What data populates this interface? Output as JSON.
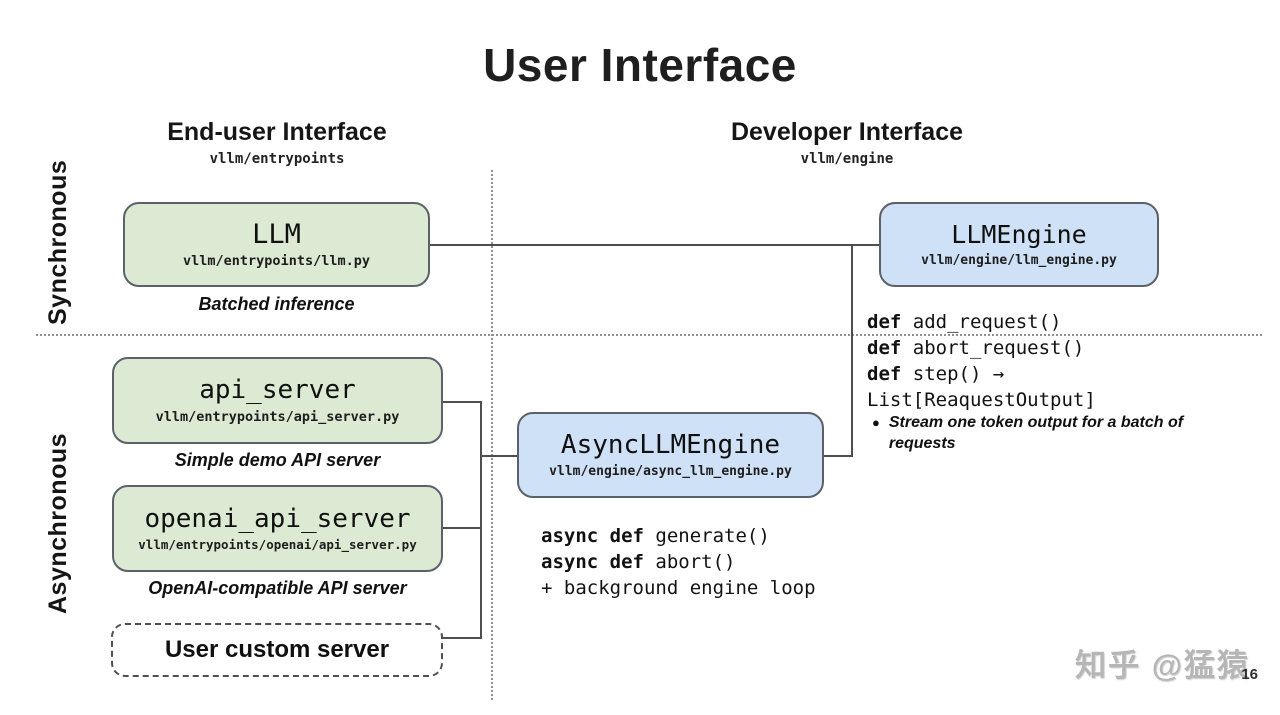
{
  "slide": {
    "title": "User Interface",
    "page_number": "16",
    "watermark": "知乎 @猛猿"
  },
  "columns": {
    "end_user": {
      "title": "End-user Interface",
      "subtitle": "vllm/entrypoints"
    },
    "developer": {
      "title": "Developer Interface",
      "subtitle": "vllm/engine"
    }
  },
  "row_labels": {
    "sync": "Synchronous",
    "async": "Asynchronous"
  },
  "boxes": {
    "llm": {
      "title": "LLM",
      "path": "vllm/entrypoints/llm.py",
      "caption": "Batched inference"
    },
    "api_server": {
      "title": "api_server",
      "path": "vllm/entrypoints/api_server.py",
      "caption": "Simple demo API server"
    },
    "openai_api_server": {
      "title": "openai_api_server",
      "path": "vllm/entrypoints/openai/api_server.py",
      "caption": "OpenAI-compatible API server"
    },
    "user_custom_server": {
      "title": "User custom server"
    },
    "llm_engine": {
      "title": "LLMEngine",
      "path": "vllm/engine/llm_engine.py"
    },
    "async_llm_engine": {
      "title": "AsyncLLMEngine",
      "path": "vllm/engine/async_llm_engine.py"
    }
  },
  "code": {
    "llm_engine_methods": [
      {
        "kw": "def",
        "rest": " add_request()"
      },
      {
        "kw": "def",
        "rest": " abort_request()"
      },
      {
        "kw": "def",
        "rest": " step() →"
      },
      {
        "kw": "",
        "rest": "List[ReaquestOutput]"
      }
    ],
    "llm_engine_note_bullet": "●",
    "llm_engine_note": "Stream one token output for a batch of requests",
    "async_engine_methods": [
      {
        "kw": "async def",
        "rest": " generate()"
      },
      {
        "kw": "async def",
        "rest": " abort()"
      },
      {
        "kw": "",
        "rest": "+ background engine loop"
      }
    ]
  },
  "colors": {
    "green_fill": "#dcead4",
    "blue_fill": "#cfe1f6",
    "box_border": "#5c6068",
    "connector": "#4e4e4e",
    "divider_dotted": "#8f8f8f",
    "watermark": "#b6b6b6"
  }
}
